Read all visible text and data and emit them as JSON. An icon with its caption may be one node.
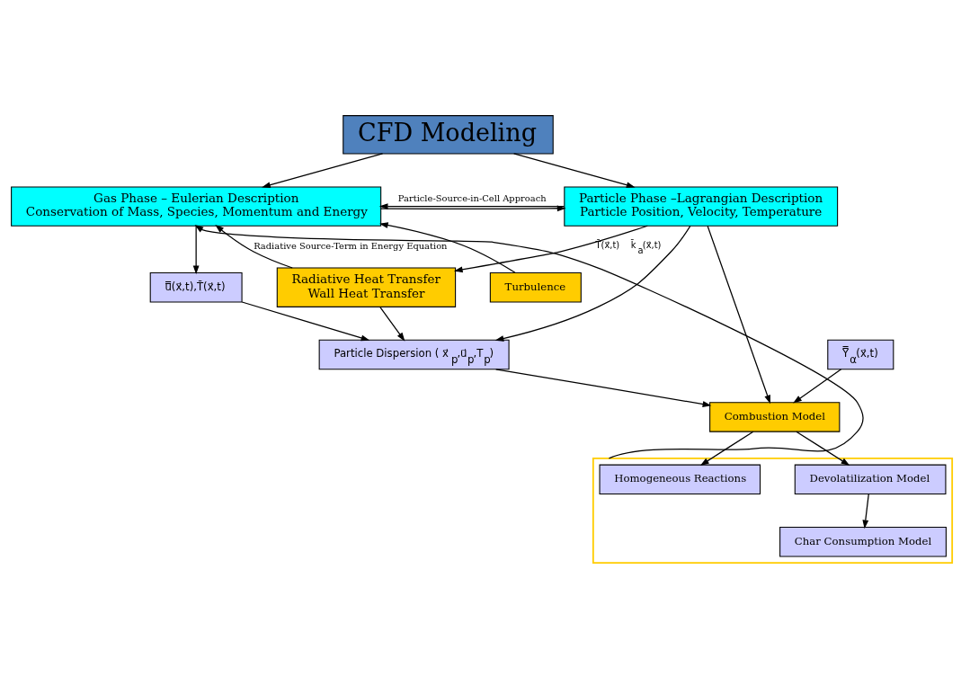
{
  "diagram": {
    "nodes": [
      {
        "text": [
          "CFD Modeling"
        ]
      },
      {
        "text": [
          "Gas Phase – Eulerian Description",
          "Conservation of Mass, Species, Momentum and Energy"
        ]
      },
      {
        "text": [
          "Particle Phase –Lagrangian Description",
          "Particle Position, Velocity, Temperature"
        ]
      },
      {
        "text": [
          "Radiative Heat Transfer",
          "Wall Heat Transfer"
        ]
      },
      {
        "text": [
          "Turbulence"
        ]
      },
      {
        "text": [
          "u̿(x⃗,t),T̄(x⃗,t)"
        ]
      },
      {
        "text": [
          "Particle Dispersion ( x⃗$_{p}$,u⃗$_{p}$,T$_{p}$)"
        ]
      },
      {
        "text": [
          "Y̿$_{α}$(x⃗,t)"
        ]
      },
      {
        "text": [
          "Combustion Model"
        ]
      },
      {
        "text": [],
        "shape": "box"
      },
      {
        "text": [
          "Homogeneous Reactions"
        ],
        "in": 9
      },
      {
        "text": [
          "Devolatilization Model"
        ],
        "in": 9
      },
      {
        "text": [
          "Char Consumption Model"
        ],
        "in": 9
      }
    ],
    "edges": [
      {
        "from": 0,
        "to": 1,
        "arrow": "to"
      },
      {
        "from": 0,
        "to": 2,
        "arrow": "to"
      },
      {
        "from": 2,
        "to": 1,
        "arrow": "to",
        "label": "Particle-Source-in-Cell Approach"
      },
      {
        "from": 1,
        "to": 2,
        "arrow": "to"
      },
      {
        "from": 3,
        "to": 1,
        "arrow": "to",
        "label": "Radiative Source-Term in Energy Equation"
      },
      {
        "from": 2,
        "to": 3,
        "arrow": "to",
        "label": "T̄(x⃗,t) k̄$_{a}$(x⃗,t)"
      },
      {
        "from": 4,
        "to": 1,
        "arrow": "to"
      },
      {
        "from": 1,
        "to": 5,
        "arrow": "to"
      },
      {
        "from": 5,
        "to": 6,
        "arrow": "to"
      },
      {
        "from": 3,
        "to": 6,
        "arrow": "to"
      },
      {
        "from": 2,
        "to": 6,
        "arrow": "to"
      },
      {
        "from": 2,
        "to": 8,
        "arrow": "to"
      },
      {
        "from": 7,
        "to": 8,
        "arrow": "to"
      },
      {
        "from": 6,
        "to": 8,
        "arrow": "to"
      },
      {
        "from": 8,
        "to": 10,
        "arrow": "to"
      },
      {
        "from": 8,
        "to": 11,
        "arrow": "to"
      },
      {
        "from": 11,
        "to": 12,
        "arrow": "to"
      },
      {
        "from": 9,
        "to": 1,
        "arrow": "to"
      }
    ]
  }
}
